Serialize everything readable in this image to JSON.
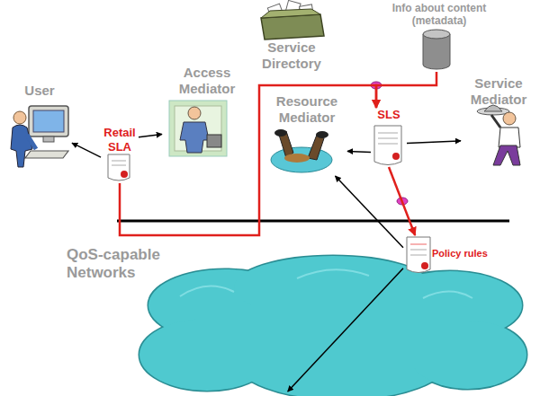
{
  "diagram": {
    "nodes": [
      {
        "text": [
          "User"
        ]
      },
      {
        "text": [
          "Access Mediator"
        ]
      },
      {
        "text": [
          "Service Directory"
        ]
      },
      {
        "text": [
          "Info about content (metadata)"
        ]
      },
      {
        "text": [
          "Service Mediator"
        ]
      },
      {
        "text": [
          "Resource Mediator"
        ]
      },
      {
        "text": [
          "Retail SLA"
        ]
      },
      {
        "text": [
          "SLS"
        ]
      },
      {
        "text": [
          "Policy rules"
        ]
      },
      {
        "text": [
          "QoS-capable Networks"
        ]
      }
    ],
    "edges": [
      {
        "from": 6,
        "to": 0,
        "arrow": "to"
      },
      {
        "from": 6,
        "to": 1,
        "arrow": "to"
      },
      {
        "from": 6,
        "to": 7,
        "arrow": "to"
      },
      {
        "from": 3,
        "to": 7,
        "arrow": "to"
      },
      {
        "from": 7,
        "to": 4,
        "arrow": "to"
      },
      {
        "from": 7,
        "to": 5,
        "arrow": "to"
      },
      {
        "from": 7,
        "to": 8,
        "arrow": "to"
      },
      {
        "from": 8,
        "to": 5,
        "arrow": "to"
      },
      {
        "from": 8,
        "to": 9,
        "arrow": "to"
      }
    ]
  }
}
